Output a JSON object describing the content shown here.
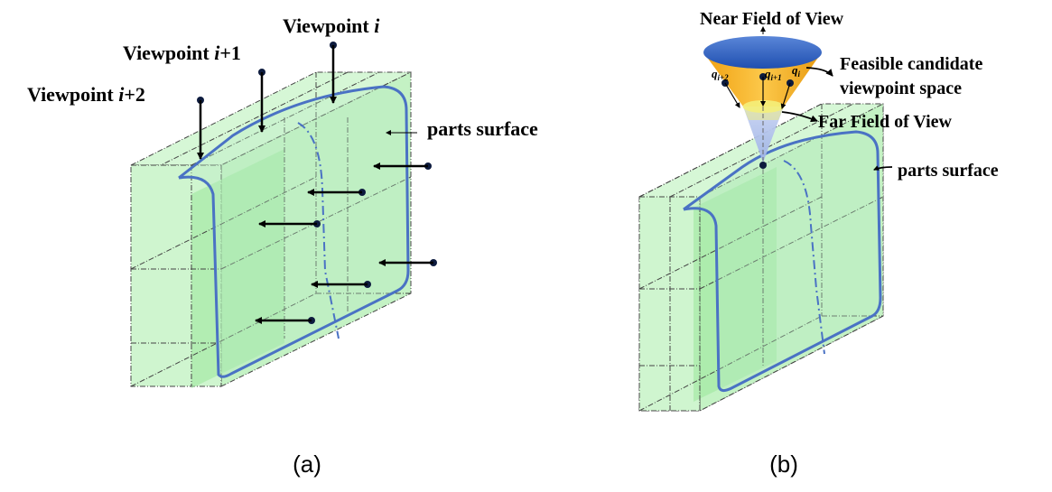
{
  "panel_a": {
    "caption": "(a)",
    "viewpoint_i_prefix": "Viewpoint ",
    "viewpoint_i_var": "i",
    "viewpoint_i1_prefix": "Viewpoint ",
    "viewpoint_i1_var": "i",
    "viewpoint_i1_suffix": "+1",
    "viewpoint_i2_prefix": "Viewpoint ",
    "viewpoint_i2_var": "i",
    "viewpoint_i2_suffix": "+2",
    "surface_label": "parts surface"
  },
  "panel_b": {
    "caption": "(b)",
    "near_fov": "Near Field of View",
    "feasible_line1": "Feasible candidate",
    "feasible_line2": "viewpoint space",
    "far_fov": "Far Field of View",
    "surface_label": "parts surface",
    "q_i2_var": "q",
    "q_i2_sub": "i+2",
    "q_i1_var": "q",
    "q_i1_sub": "i+1",
    "q_i_var": "q",
    "q_i_sub": "i"
  },
  "colors": {
    "box_fill": "#c8f5c8",
    "box_inner": "#9ee89e",
    "surface_curve": "#4a72c4",
    "cone_top": "#2f5fc0",
    "cone_band": "#f2b01e",
    "cone_yellow": "#f6f27a",
    "cone_lower": "#b9c7ee"
  }
}
